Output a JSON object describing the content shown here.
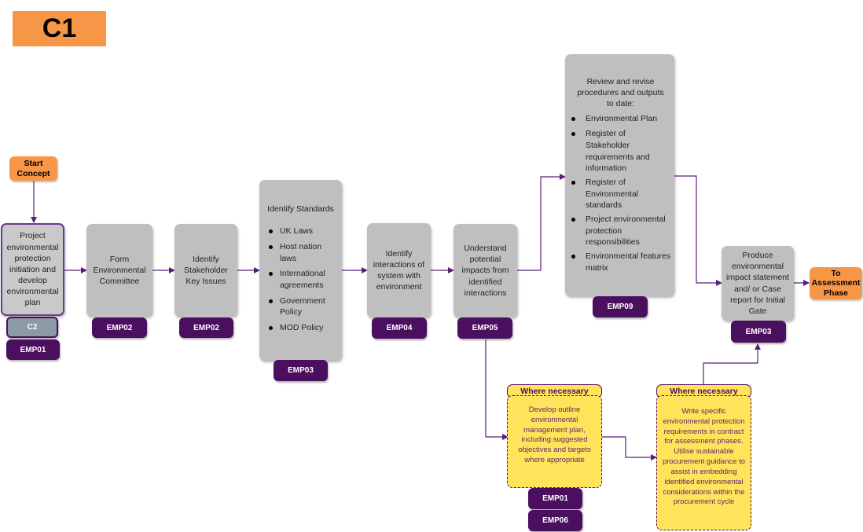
{
  "title": "C1",
  "start": "Start Concept",
  "end": "To Assessment Phase",
  "steps": {
    "s1": "Project environmental protection initiation and develop environmental plan",
    "s2": "Form Environmental Committee",
    "s3": "Identify Stakeholder Key Issues",
    "s4_head": "Identify Standards",
    "s4_items": [
      "UK Laws",
      "Host nation laws",
      "International agreements",
      "Government Policy",
      "MOD Policy"
    ],
    "s5": "Identify interactions of system with environment",
    "s6": "Understand potential impacts from identified interactions",
    "s7_head": "Review and revise procedures and outputs to date:",
    "s7_items": [
      "Environmental Plan",
      "Register of Stakeholder requirements and information",
      "Register of Environmental standards",
      "Project environmental protection responsibilities",
      "Environmental features matrix"
    ],
    "s8": "Produce environmental impact statement and/ or Case report for Initial Gate"
  },
  "tags": {
    "s1a": "C2",
    "s1b": "EMP01",
    "s2": "EMP02",
    "s3": "EMP02",
    "s4": "EMP03",
    "s5": "EMP04",
    "s6": "EMP05",
    "s7": "EMP09",
    "s8": "EMP03",
    "y1a": "EMP01",
    "y1b": "EMP06"
  },
  "where_necessary": [
    {
      "header": "Where necessary",
      "body": "Develop outline environmental management plan, including suggested objectives and targets where appropriate"
    },
    {
      "header": "Where necessary",
      "body": "Write specific environmental protection requirements in contract for assessment phases. Utilise sustainable procurement guidance to assist in embedding identified environmental considerations within the procurement cycle"
    }
  ],
  "colors": {
    "orange": "#f79646",
    "purple": "#4b0f5f",
    "grey_box": "#bfbfbf",
    "yellow": "#ffe35a",
    "arrow": "#5b1f7a"
  }
}
